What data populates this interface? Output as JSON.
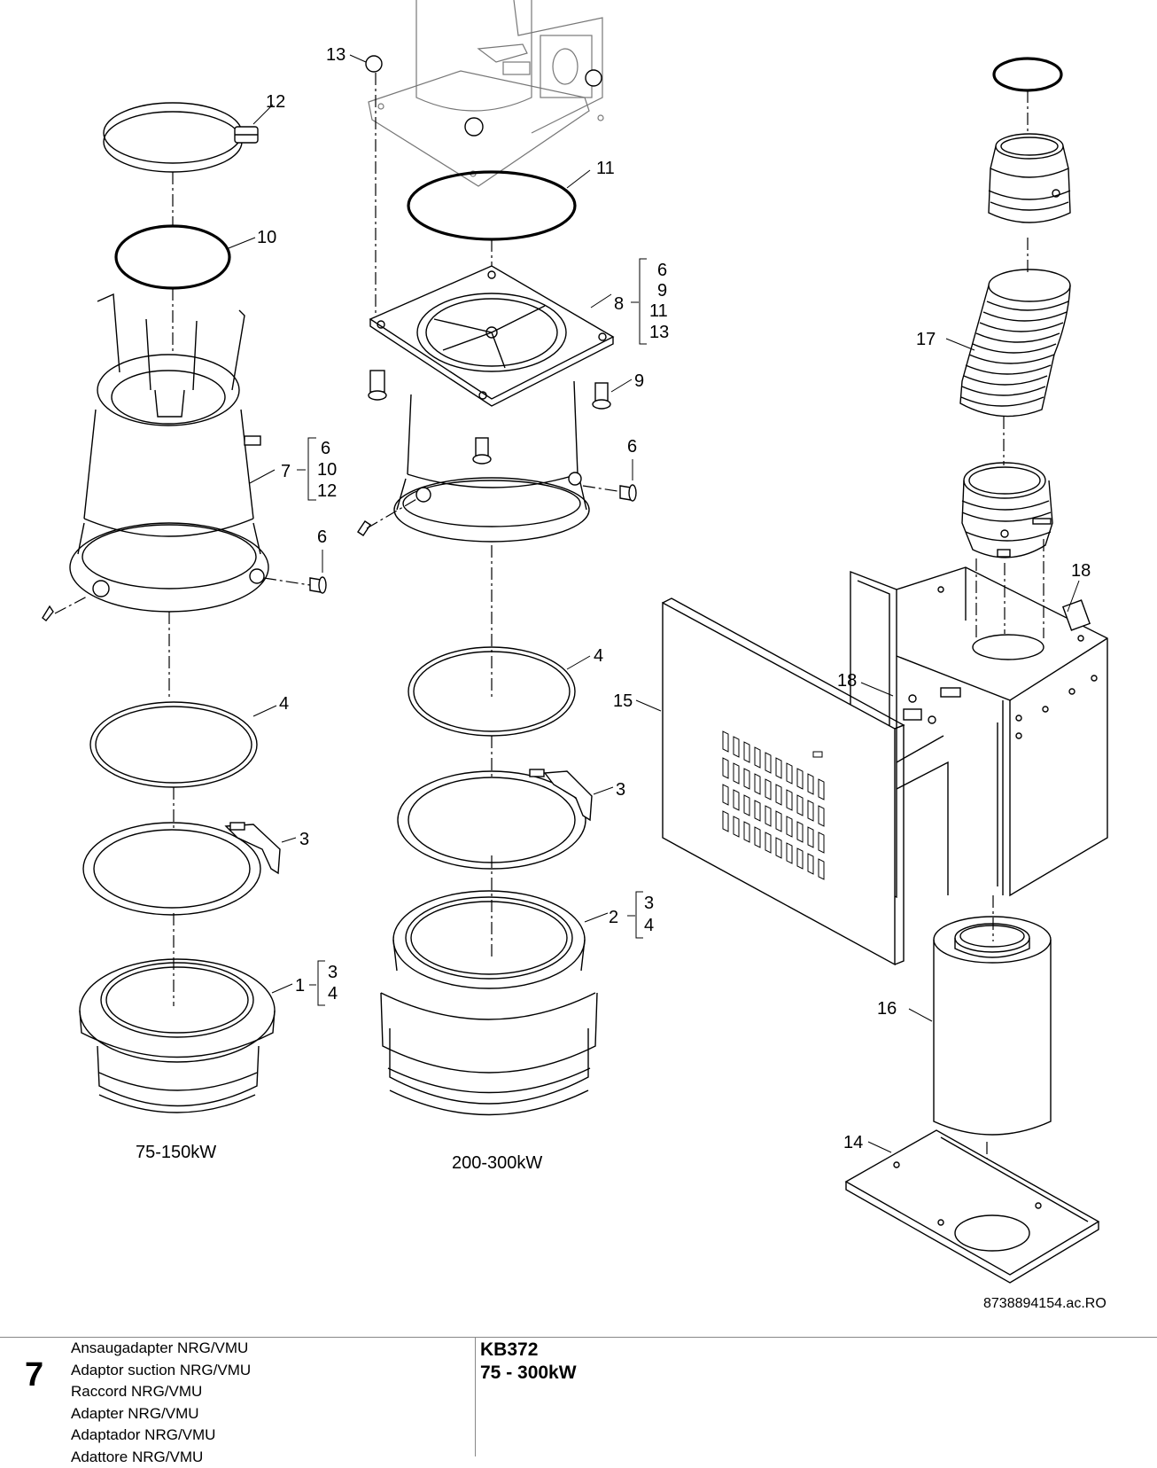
{
  "callouts": {
    "c1": "1",
    "c2": "2",
    "c3a": "3",
    "c3b": "3",
    "c4a": "4",
    "c4b": "4",
    "c6a": "6",
    "c6b": "6",
    "c7": "7",
    "c8": "8",
    "c9": "9",
    "c10": "10",
    "c11": "11",
    "c12": "12",
    "c13": "13",
    "c14": "14",
    "c15": "15",
    "c16": "16",
    "c17": "17",
    "c18a": "18",
    "c18b": "18"
  },
  "groups": {
    "g7": [
      "6",
      "10",
      "12"
    ],
    "g8": [
      "6",
      "9",
      "11",
      "13"
    ],
    "g2": [
      "3",
      "4"
    ],
    "g1": [
      "3",
      "4"
    ]
  },
  "captions": {
    "left": "75-150kW",
    "middle": "200-300kW"
  },
  "drawing_ref": "8738894154.ac.RO",
  "footer": {
    "page_number": "7",
    "descriptions": [
      "Ansaugadapter NRG/VMU",
      "Adaptor suction NRG/VMU",
      "Raccord NRG/VMU",
      "Adapter NRG/VMU",
      "Adaptador NRG/VMU",
      "Adattore NRG/VMU"
    ],
    "model": "KB372",
    "power_range": "75 - 300kW"
  }
}
